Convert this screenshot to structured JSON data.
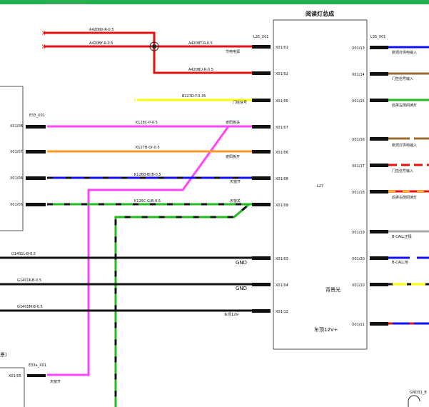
{
  "header": {
    "module_title": "阅读灯总成",
    "connector_left": "L35_X01",
    "connector_right": "L35_X01",
    "module_id": "L27"
  },
  "left_connector": {
    "name": "E33_X01",
    "pins": [
      "X01/08",
      "X01/07",
      "X01/06",
      "X01/05"
    ]
  },
  "bottom_connector": {
    "name": "E33a_X01",
    "pin": "X01/05",
    "func": "天窗开",
    "partial_label": "景)"
  },
  "wires": [
    {
      "code": "A420BX-R-0.5",
      "color": "#e81010"
    },
    {
      "code": "A420BY-R-0.5",
      "color": "#e81010"
    },
    {
      "code": "A420BT-R-0.5",
      "color": "#e81010",
      "func": "节电电源",
      "pin": "X01/01"
    },
    {
      "code": "A420BU-R-0.5",
      "color": "#e81010",
      "pin": "X01/02"
    },
    {
      "code": "B127D-Y-0.35",
      "color": "#ffff00",
      "func": "门控信号",
      "pin": "X01/05"
    },
    {
      "code": "K128C-P-0.5",
      "color": "#ff44ff",
      "func": "遮阳板关",
      "pin": "X01/07"
    },
    {
      "code": "K127B-Or-0.5",
      "color": "#ff9922",
      "func": "遮阳板开",
      "pin": "X01/06"
    },
    {
      "code": "K126B-Bl/B-0.5",
      "color": "#1010ff",
      "func": "天窗开",
      "pin": "X01/08"
    },
    {
      "code": "K125C-G/B-0.5",
      "color": "#22bb22",
      "func": "天窗关",
      "pin": "X01/09"
    },
    {
      "code": "G1401L-B-0.5",
      "color": "#000000",
      "func": "GND",
      "pin": "X01/03"
    },
    {
      "code": "G1401K-B-0.5",
      "color": "#000000",
      "func": "GND",
      "pin": "X01/04"
    },
    {
      "code": "G1401M-B-0.5",
      "color": "#000000",
      "func": "车顶12V-",
      "pin": "X01/12"
    }
  ],
  "right_pins": [
    {
      "pin": "X01/13",
      "func": "侧顶灯供电输入",
      "color": "#1010ff"
    },
    {
      "pin": "X01/14",
      "func": "门控信号输入",
      "color": "#9a6b2f"
    },
    {
      "pin": "X01/15",
      "func": "后排左侧阅读灯",
      "color": "#22bb22"
    },
    {
      "pin": "X01/16",
      "func": "侧顶灯供电输入",
      "color": "#9a6b2f"
    },
    {
      "pin": "X01/17",
      "func": "门控信号输入",
      "color": "#e81010"
    },
    {
      "pin": "X01/18",
      "func": "后排右侧阅读灯",
      "color": "#e81010"
    },
    {
      "pin": "X01/19",
      "func": "B-CALL正极",
      "color": "#aaaaaa"
    },
    {
      "pin": "X01/20",
      "func": "B-CALL地",
      "color": "#1010ff"
    },
    {
      "pin": "X01/10",
      "func": "",
      "color": "#ffff00"
    },
    {
      "pin": "X01/11",
      "func": "",
      "color": "#1010ff"
    }
  ],
  "module_labels": {
    "backlight": "背景光",
    "roof12v": "车顶12V+"
  },
  "footer": {
    "gnd_label": "GND31_B"
  }
}
